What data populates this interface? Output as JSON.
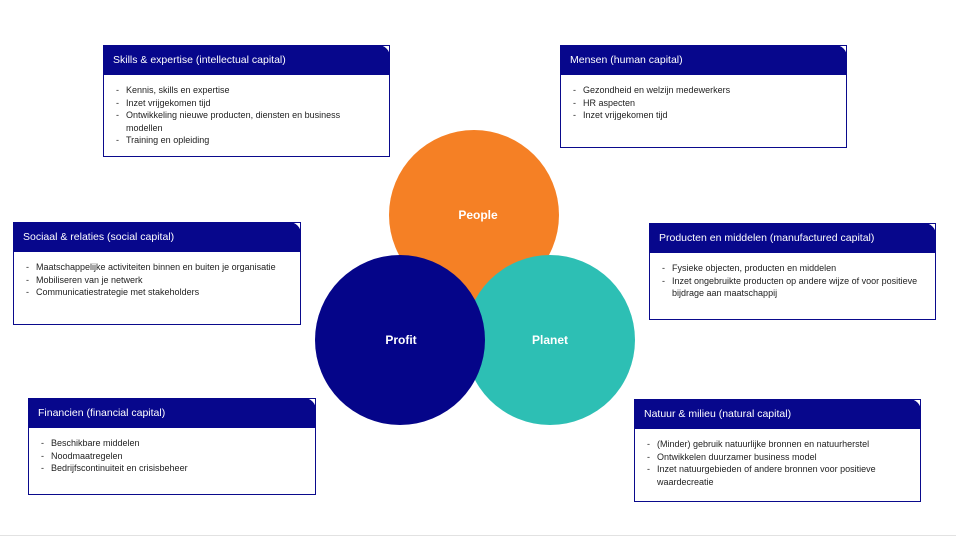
{
  "colors": {
    "header": "#07078c",
    "people": "#f58025",
    "profit": "#050589",
    "planet": "#2dbfb4"
  },
  "circles": {
    "people": "People",
    "profit": "Profit",
    "planet": "Planet"
  },
  "cards": {
    "skills": {
      "title": "Skills & expertise (intellectual capital)",
      "items": [
        "Kennis, skills  en expertise",
        "Inzet vrijgekomen tijd",
        "Ontwikkeling nieuwe producten, diensten en business modellen",
        "Training en opleiding"
      ]
    },
    "mensen": {
      "title": "Mensen (human capital)",
      "items": [
        "Gezondheid en welzijn medewerkers",
        "HR aspecten",
        "Inzet vrijgekomen tijd"
      ]
    },
    "sociaal": {
      "title": "Sociaal & relaties (social capital)",
      "items": [
        "Maatschappelijke activiteiten binnen en buiten je organisatie",
        "Mobiliseren van je netwerk",
        "Communicatiestrategie met stakeholders"
      ]
    },
    "producten": {
      "title": "Producten en middelen (manufactured capital)",
      "items": [
        "Fysieke objecten, producten en middelen",
        "Inzet ongebruikte producten op andere wijze of voor positieve bijdrage aan maatschappij"
      ]
    },
    "financien": {
      "title": "Financien (financial capital)",
      "items": [
        "Beschikbare middelen",
        "Noodmaatregelen",
        "Bedrijfscontinuiteit en crisisbeheer"
      ]
    },
    "natuur": {
      "title": "Natuur & milieu (natural capital)",
      "items": [
        "(Minder) gebruik natuurlijke bronnen en natuurherstel",
        "Ontwikkelen  duurzamer  business model",
        "Inzet natuurgebieden of andere bronnen voor positieve waardecreatie"
      ]
    }
  }
}
